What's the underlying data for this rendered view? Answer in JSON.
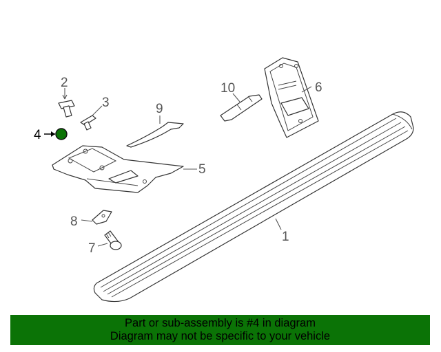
{
  "diagram": {
    "callouts": [
      {
        "id": "1",
        "label": "1"
      },
      {
        "id": "2",
        "label": "2"
      },
      {
        "id": "3",
        "label": "3"
      },
      {
        "id": "4",
        "label": "4",
        "highlighted": true
      },
      {
        "id": "5",
        "label": "5"
      },
      {
        "id": "6",
        "label": "6"
      },
      {
        "id": "7",
        "label": "7"
      },
      {
        "id": "8",
        "label": "8"
      },
      {
        "id": "9",
        "label": "9"
      },
      {
        "id": "10",
        "label": "10"
      }
    ],
    "highlight_color": "#0b7306"
  },
  "banner": {
    "line1": "Part or sub-assembly is #4 in diagram",
    "line2": "Diagram may not be specific to your vehicle",
    "background": "#0b7306"
  }
}
